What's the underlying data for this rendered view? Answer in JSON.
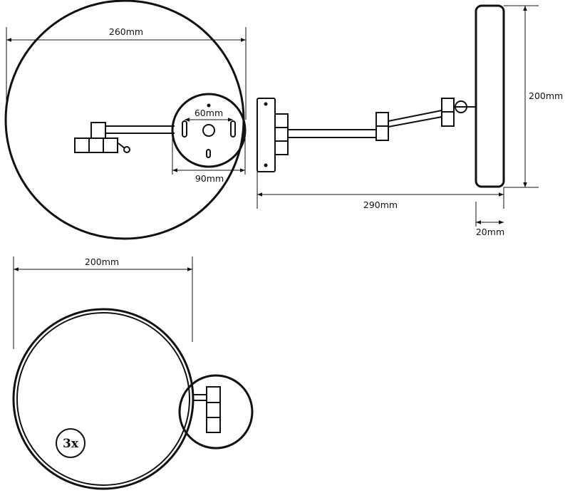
{
  "dimensions": {
    "front_width": "260mm",
    "hole_spacing": "60mm",
    "plate_width": "90mm",
    "side_height": "200mm",
    "arm_length": "290mm",
    "mirror_depth": "20mm",
    "back_width": "200mm"
  },
  "magnification": "3x",
  "colors": {
    "line": "#111111",
    "background": "#ffffff"
  }
}
